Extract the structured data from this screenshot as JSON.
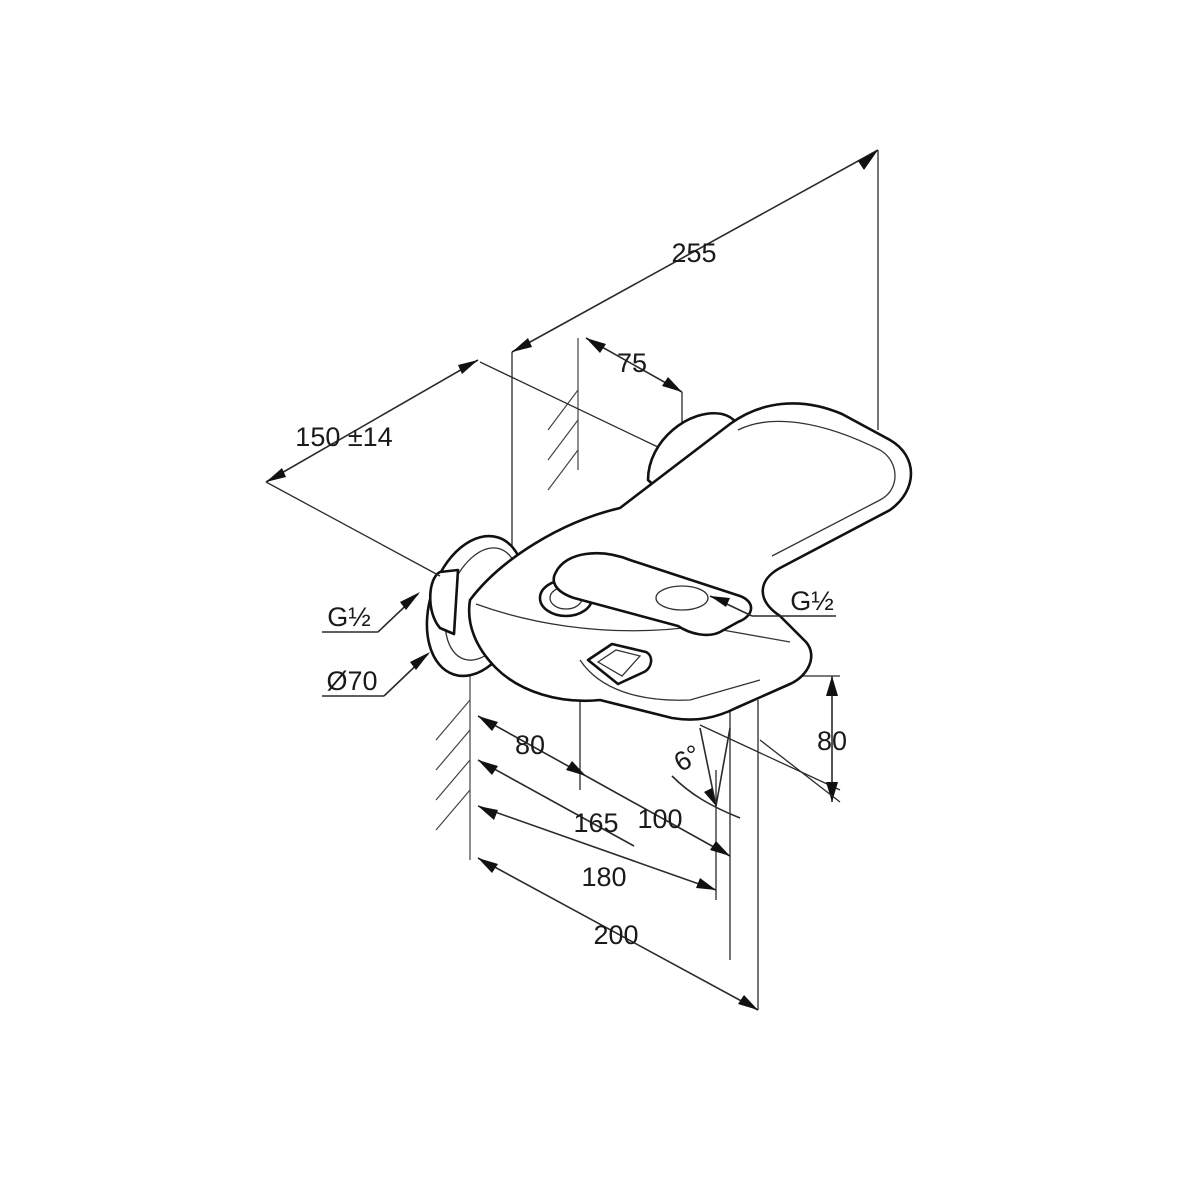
{
  "labels": {
    "d_255": "255",
    "d_75": "75",
    "d_150": "150 ±14",
    "thread_left": "G½",
    "diameter": "Ø70",
    "thread_right": "G½",
    "d_80_height": "80",
    "d_80": "80",
    "d_165": "165",
    "d_100": "100",
    "d_180": "180",
    "d_200": "200",
    "angle": "6°"
  },
  "colors": {
    "line": "#111111",
    "text": "#1a1a1a",
    "background": "#ffffff"
  }
}
